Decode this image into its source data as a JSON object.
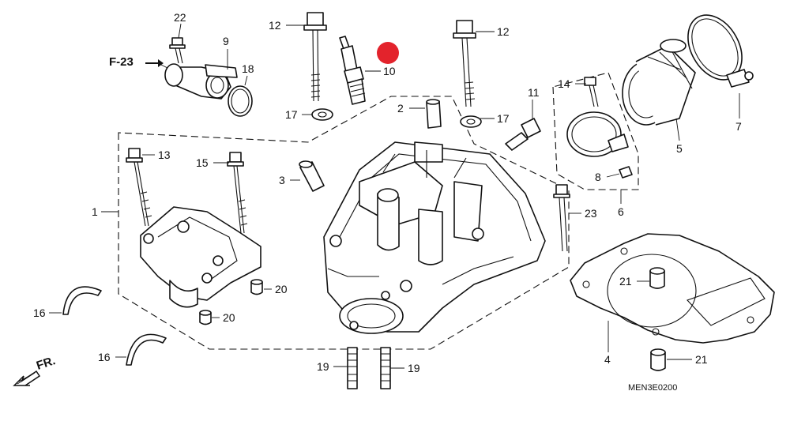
{
  "diagram": {
    "ref_label": "F-23",
    "front_label": "FR.",
    "diagram_code": "MEN3E0200",
    "marker_color": "#e3232c",
    "callouts": {
      "n1": "1",
      "n2": "2",
      "n3": "3",
      "n4": "4",
      "n5": "5",
      "n6": "6",
      "n7": "7",
      "n8": "8",
      "n9": "9",
      "n10": "10",
      "n11": "11",
      "n12a": "12",
      "n12b": "12",
      "n13": "13",
      "n14": "14",
      "n15": "15",
      "n16a": "16",
      "n16b": "16",
      "n17a": "17",
      "n17b": "17",
      "n18": "18",
      "n19a": "19",
      "n19b": "19",
      "n20a": "20",
      "n20b": "20",
      "n21a": "21",
      "n21b": "21",
      "n22": "22",
      "n23": "23"
    }
  }
}
